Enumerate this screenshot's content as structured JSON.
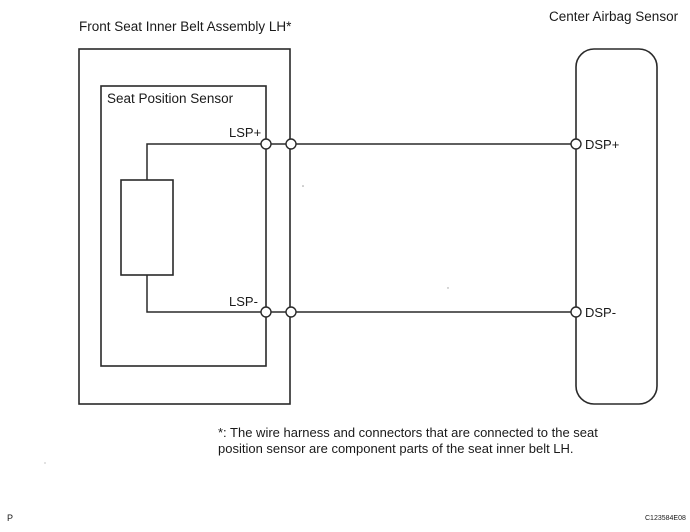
{
  "labels": {
    "assembly": "Front Seat Inner Belt Assembly LH*",
    "airbag_sensor": "Center Airbag Sensor",
    "position_sensor": "Seat Position Sensor",
    "lsp_plus": "LSP+",
    "lsp_minus": "LSP-",
    "dsp_plus": "DSP+",
    "dsp_minus": "DSP-",
    "note_line1": "*: The wire harness and connectors that are connected to the seat",
    "note_line2": "position sensor are component parts of the seat inner belt LH.",
    "corner_mark": "P",
    "figure_code": "C123584E08"
  }
}
